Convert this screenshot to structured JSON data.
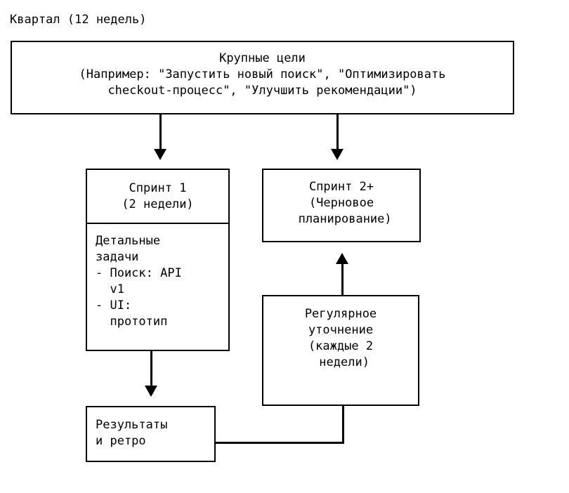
{
  "diagram": {
    "caption": "Квартал (12 недель)",
    "goals": {
      "text": "Крупные цели\n(Например: \"Запустить новый поиск\", \"Оптимизировать\ncheckout-процесс\", \"Улучшить рекомендации\")"
    },
    "sprint1": {
      "header": "Спринт 1\n(2 недели)",
      "body": "Детальные\nзадачи\n- Поиск: API\n  v1\n- UI:\n  прототип"
    },
    "sprint2": {
      "text": "Спринт 2+\n(Черновое\n планирование)"
    },
    "refinement": {
      "text": "Регулярное\nуточнение\n(каждые 2\n недели)"
    },
    "results": {
      "text": "Результаты\nи ретро"
    },
    "colors": {
      "stroke": "#000000",
      "background": "#ffffff",
      "text": "#000000"
    },
    "connectors": [
      {
        "name": "goals-to-sprint1",
        "kind": "arrow-down"
      },
      {
        "name": "goals-to-sprint2",
        "kind": "arrow-down"
      },
      {
        "name": "sprint1-to-results",
        "kind": "arrow-down"
      },
      {
        "name": "refinement-to-sprint2",
        "kind": "arrow-up"
      },
      {
        "name": "results-to-refinement",
        "kind": "elbow"
      }
    ]
  }
}
